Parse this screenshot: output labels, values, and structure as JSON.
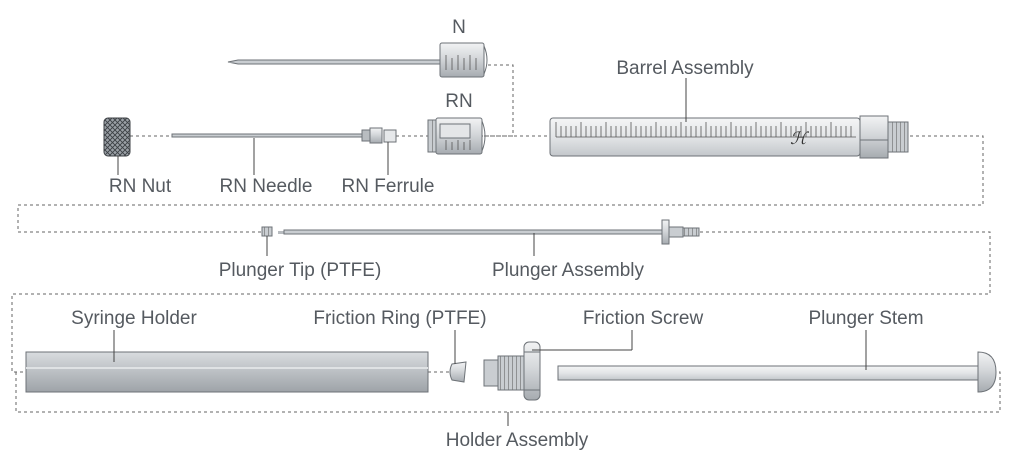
{
  "labels": {
    "n": "N",
    "rn": "RN",
    "barrel_assembly": "Barrel Assembly",
    "rn_nut": "RN Nut",
    "rn_needle": "RN Needle",
    "rn_ferrule": "RN Ferrule",
    "plunger_tip": "Plunger Tip (PTFE)",
    "plunger_assembly": "Plunger Assembly",
    "syringe_holder": "Syringe Holder",
    "friction_ring": "Friction Ring (PTFE)",
    "friction_screw": "Friction Screw",
    "plunger_stem": "Plunger Stem",
    "holder_assembly": "Holder Assembly"
  },
  "colors": {
    "metal_light": "#e6e8ea",
    "metal_mid": "#c9cdd1",
    "metal_dark": "#9aa0a6",
    "outline": "#6d7277",
    "text": "#555a60"
  }
}
